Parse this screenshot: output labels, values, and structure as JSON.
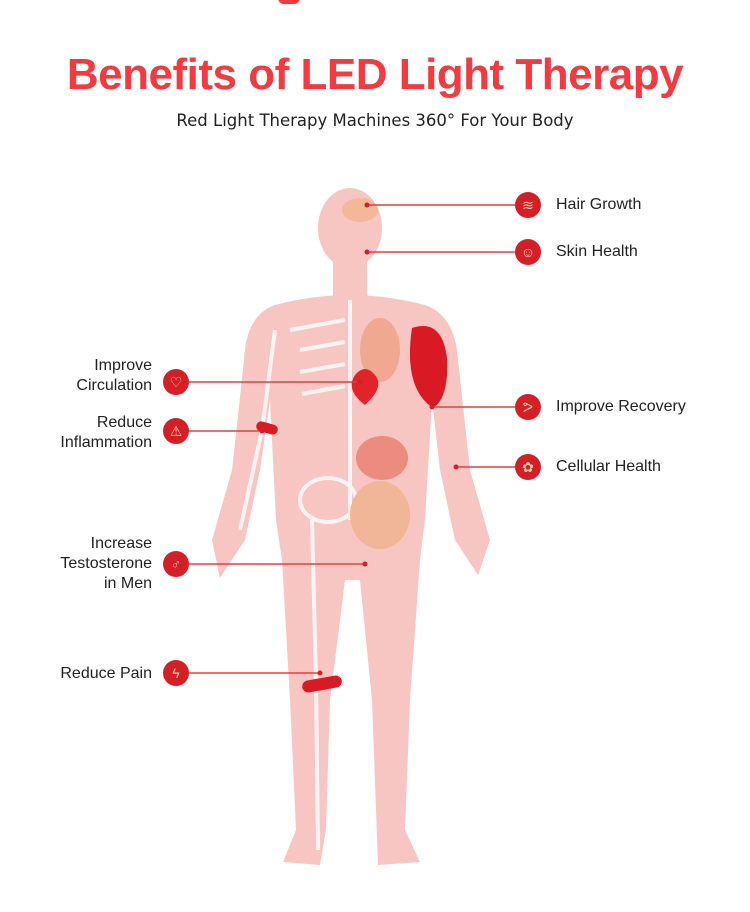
{
  "title": "Benefits of LED Light Therapy",
  "subtitle": "Red Light Therapy Machines 360° For Your Body",
  "right_benefits": [
    {
      "label": "Hair Growth",
      "icon": "hair-follicle-icon"
    },
    {
      "label": "Skin Health",
      "icon": "face-profile-icon"
    },
    {
      "label": "Improve Recovery",
      "icon": "flexed-arm-icon"
    },
    {
      "label": "Cellular Health",
      "icon": "cells-icon"
    }
  ],
  "left_benefits": [
    {
      "label": "Improve\nCirculation",
      "icon": "heart-icon"
    },
    {
      "label": "Reduce\nInflammation",
      "icon": "alarm-light-icon"
    },
    {
      "label": "Increase\nTestosterone\nin Men",
      "icon": "male-symbol-icon"
    },
    {
      "label": "Reduce Pain",
      "icon": "lightning-icon"
    }
  ],
  "colors": {
    "accent": "#f43a3f",
    "icon_bg": "#d51f26",
    "body": "#f7c6c3",
    "line": "#e0403f"
  }
}
